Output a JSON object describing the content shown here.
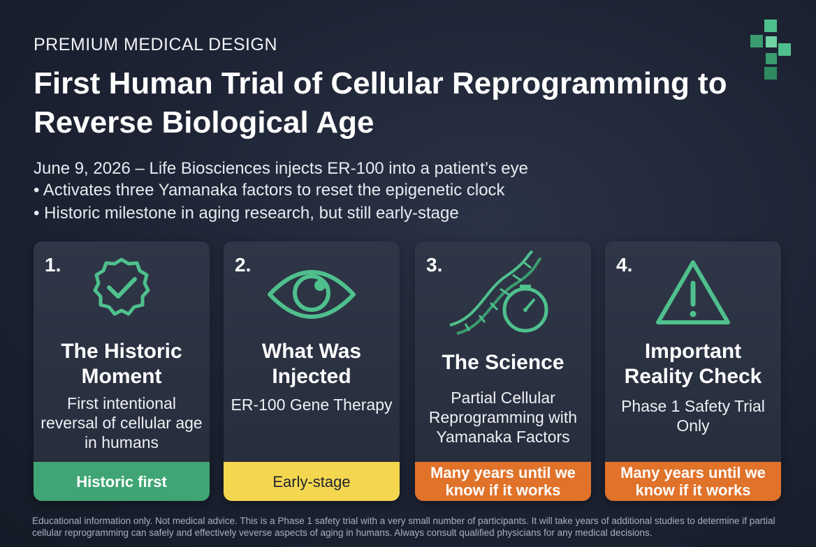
{
  "header": {
    "kicker": "PREMIUM MEDICAL DESIGN",
    "title": "First Human Trial of Cellular Reprogramming to Reverse Biological Age",
    "lines": [
      "June 9, 2026 – Life Biosciences injects ER-100 into a patient’s eye",
      "• Activates three Yamanaka factors to reset the epigenetic clock",
      "• Historic milestone in aging research, but still early-stage"
    ]
  },
  "brand": {
    "logo_icon": "green-pixel-cross-logo",
    "accent": "#4fc08d"
  },
  "cards": [
    {
      "number": "1.",
      "icon": "verified-badge-check-icon",
      "heading": "The Historic Moment",
      "description": "First intentional reversal of cellular age in humans",
      "badge": "Historic first",
      "badge_color": "#3fa574"
    },
    {
      "number": "2.",
      "icon": "eye-icon",
      "heading": "What Was Injected",
      "description": "ER-100 Gene Therapy",
      "badge": "Early-stage",
      "badge_color": "#f4d64f"
    },
    {
      "number": "3.",
      "icon": "dna-clock-icon",
      "heading": "The Science",
      "description": "Partial Cellular Reprogramming with Yamanaka Factors",
      "badge": "Many years until we know if it works",
      "badge_color": "#e0722a"
    },
    {
      "number": "4.",
      "icon": "warning-triangle-icon",
      "heading": "Important Reality Check",
      "description": "Phase 1 Safety Trial Only",
      "badge": "Many years until we know if it works",
      "badge_color": "#e0722a"
    }
  ],
  "footer": {
    "disclaimer": "Educational information only. Not medical advice. This is a Phase 1 safety trial with a very small number of participants. It will take years of additional studies to determine if partial cellular reprogramming can safely and effectively veverse aspects of aging in humans. Always consult qualified physicians for any medical decisions."
  }
}
